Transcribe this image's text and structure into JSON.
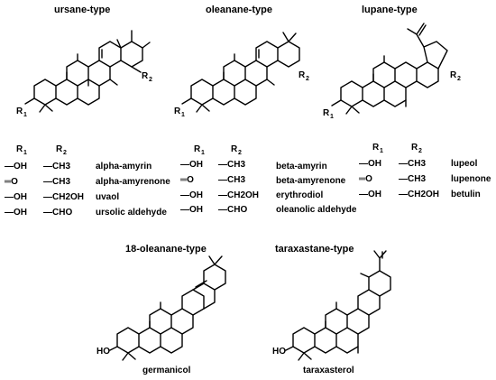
{
  "types": {
    "ursane": "ursane-type",
    "oleanane": "oleanane-type",
    "lupane": "lupane-type",
    "oleanane18": "18-oleanane-type",
    "taraxastane": "taraxastane-type"
  },
  "labels": {
    "r1": "R",
    "r2": "R",
    "sub1": "1",
    "sub2": "2",
    "ho": "HO"
  },
  "tables": {
    "ursane": [
      {
        "r1": "—OH",
        "r2": "—CH3",
        "name": "alpha-amyrin"
      },
      {
        "r1": "═O",
        "r2": "—CH3",
        "name": "alpha-amyrenone"
      },
      {
        "r1": "—OH",
        "r2": "—CH2OH",
        "name": "uvaol"
      },
      {
        "r1": "—OH",
        "r2": "—CHO",
        "name": "ursolic aldehyde"
      }
    ],
    "oleanane": [
      {
        "r1": "—OH",
        "r2": "—CH3",
        "name": "beta-amyrin"
      },
      {
        "r1": "═O",
        "r2": "—CH3",
        "name": "beta-amyrenone"
      },
      {
        "r1": "—OH",
        "r2": "—CH2OH",
        "name": "erythrodiol"
      },
      {
        "r1": "—OH",
        "r2": "—CHO",
        "name": "oleanolic aldehyde"
      }
    ],
    "lupane": [
      {
        "r1": "—OH",
        "r2": "—CH3",
        "name": "lupeol"
      },
      {
        "r1": "═O",
        "r2": "—CH3",
        "name": "lupenone"
      },
      {
        "r1": "—OH",
        "r2": "—CH2OH",
        "name": "betulin"
      }
    ]
  },
  "compounds": {
    "germanicol": "germanicol",
    "taraxasterol": "taraxasterol"
  }
}
